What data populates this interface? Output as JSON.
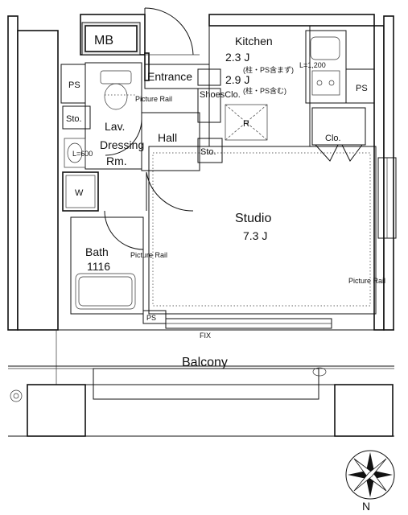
{
  "rooms": {
    "mb": "MB",
    "entrance": "Entrance",
    "kitchen": "Kitchen",
    "kitchen_area_1": "2.3 J",
    "kitchen_area_1_note": "(柱・PS含まず)",
    "kitchen_area_2": "2.9 J",
    "kitchen_area_2_note": "(柱・PS含む)",
    "counter_length": "L=1,200",
    "ps": "PS",
    "shoes_closet": "ShoesClo.",
    "storage": "Sto.",
    "lav_dressing": [
      "Lav.",
      "Dressing",
      "Rm."
    ],
    "hall": "Hall",
    "closet": "Clo.",
    "refrigerator": "R",
    "washer": "W",
    "vanity_length": "L=600",
    "bath": "Bath",
    "bath_size": "1116",
    "studio": "Studio",
    "studio_area": "7.3 J",
    "picture_rail": "Picture Rail",
    "fix": "FIX",
    "balcony": "Balcony"
  },
  "compass": {
    "north_label": "N"
  }
}
